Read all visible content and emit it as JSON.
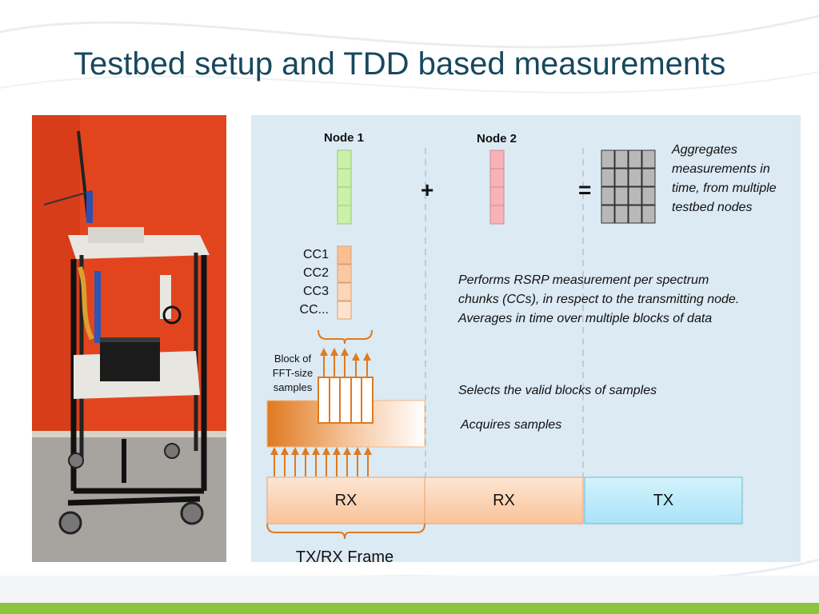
{
  "slide": {
    "title": "Testbed setup and TDD based measurements"
  },
  "diagram": {
    "node1_label": "Node 1",
    "node2_label": "Node 2",
    "plus_sign": "+",
    "equals_sign": "=",
    "aggregate_text": "Aggregates measurements in time, from multiple testbed nodes",
    "cc_labels": [
      "CC1",
      "CC2",
      "CC3",
      "CC..."
    ],
    "rsrp_text": "Performs RSRP measurement per spectrum chunks (CCs), in respect to the transmitting node. Averages in time over multiple blocks of data",
    "block_label": "Block of FFT-size samples",
    "select_text": "Selects the valid blocks of samples",
    "acquire_text": "Acquires samples",
    "frame_slots": [
      "RX",
      "RX",
      "TX"
    ],
    "frame_label": "TX/RX Frame"
  },
  "colors": {
    "title": "#17485e",
    "panel": "#dbeaf3",
    "node1_cells": "#c9f2a8",
    "node2_cells": "#f7b3b8",
    "cc_cells": "#f9c9a6",
    "arrows": "#e07a20",
    "rx_slot": "#fbd2b0",
    "tx_slot": "#a8e3f7",
    "accent_bar": "#8cc63f"
  },
  "icons": {
    "photo": "testbed-cart-photo"
  }
}
